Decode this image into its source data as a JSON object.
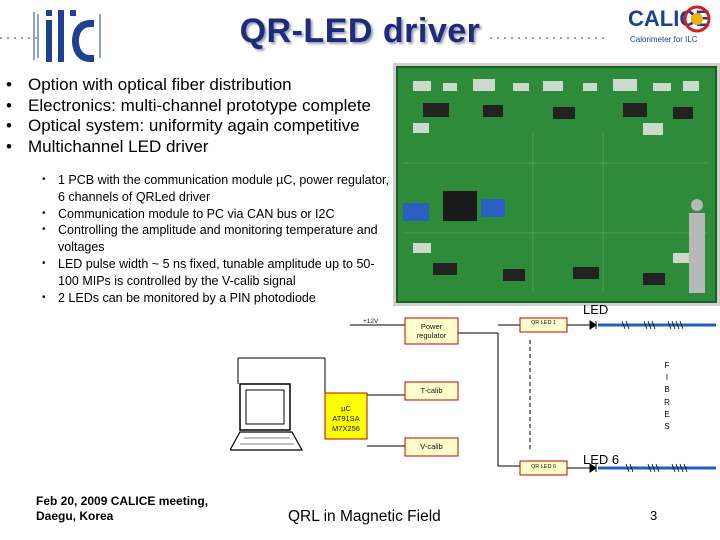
{
  "slide": {
    "title": "QR-LED driver",
    "bullets": [
      "Option with optical fiber distribution",
      "Electronics: multi-channel prototype complete",
      "Optical system: uniformity again competitive",
      "Multichannel LED driver"
    ],
    "sub_bullets": [
      "1 PCB with the communication module µC, power regulator, 6 channels of  QRLed driver",
      "Communication module to PC via CAN bus or I2C",
      "Controlling the amplitude and monitoring temperature and voltages",
      "LED pulse width ~ 5 ns fixed, tunable amplitude up to 50-100 MIPs is controlled by the V-calib signal",
      "2 LEDs can be monitored by a PIN photodiode"
    ]
  },
  "logos": {
    "calice_word": "CALICE",
    "calice_sub": "Calorimeter for ILC"
  },
  "diagram": {
    "v12": "+12V",
    "power_regulator_line1": "Power",
    "power_regulator_line2": "regulator",
    "t_calib": "T-calib",
    "uc_line1": "µC",
    "uc_line2": "AT91SA",
    "uc_line3": "M7X256",
    "v_calib": "V-calib",
    "qrled1": "QR LED 1",
    "qrled6": "QR LED 6",
    "led_top": "LED",
    "led_bottom": "LED 6",
    "fibres": [
      "F",
      "I",
      "B",
      "R",
      "E",
      "S"
    ]
  },
  "footer": {
    "meeting_line1": "Feb 20, 2009 CALICE meeting,",
    "meeting_line2": "Daegu, Korea",
    "center_title": "QRL in Magnetic Field",
    "page_number": "3"
  },
  "colors": {
    "title": "#1f2a7a",
    "ilc_logo": "#1f3f94",
    "pcb_green": "#2e8b3a",
    "diagram_box_fill": "#ffffcc",
    "diagram_box_stroke": "#c00000",
    "uc_box_fill": "#ffff00",
    "fibre_blue": "#1f5fbf"
  }
}
